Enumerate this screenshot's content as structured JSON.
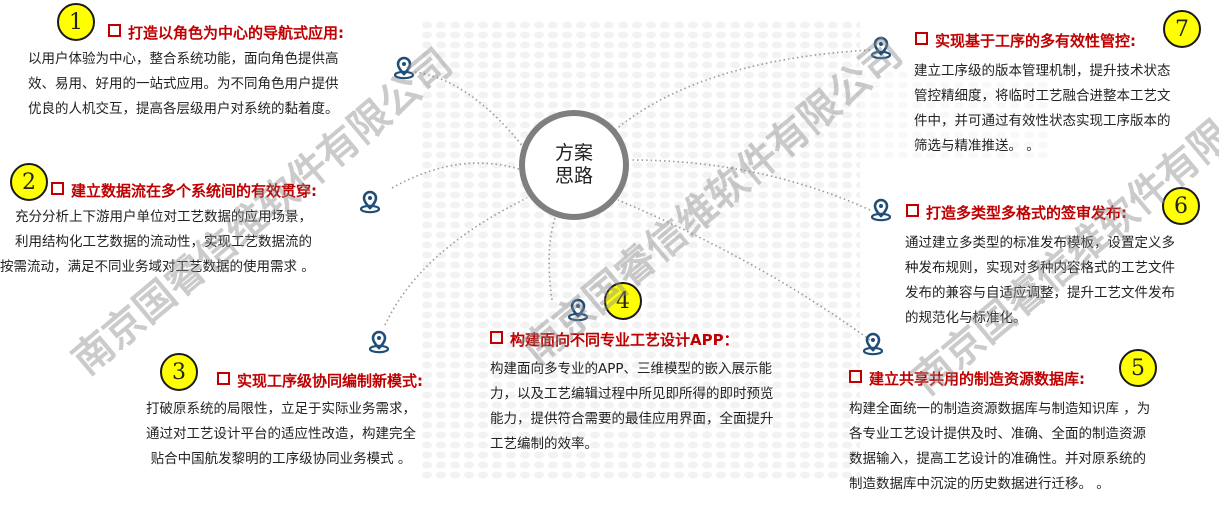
{
  "center": {
    "line1": "方案",
    "line2": "思路"
  },
  "items": [
    {
      "num": "1",
      "title": "打造以角色为中心的导航式应用:",
      "lines": [
        "以用户体验为中心，整合系统功能，面向角色提供高",
        "效、易用、好用的一站式应用。为不同角色用户提供",
        "优良的人机交互，提高各层级用户对系统的黏着度。"
      ]
    },
    {
      "num": "2",
      "title": "建立数据流在多个系统间的有效贯穿:",
      "lines": [
        "充分分析上下游用户单位对工艺数据的应用场景，",
        "利用结构化工艺数据的流动性，实现工艺数据流的",
        "按需流动，满足不同业务域对工艺数据的使用需求 。"
      ]
    },
    {
      "num": "3",
      "title": "实现工序级协同编制新模式:",
      "lines": [
        "打破原系统的局限性，立足于实际业务需求，",
        "通过对工艺设计平台的适应性改造，构建完全",
        "贴合中国航发黎明的工序级协同业务模式 。"
      ]
    },
    {
      "num": "4",
      "title": "构建面向不同专业工艺设计APP：",
      "lines": [
        "构建面向多专业的APP、三维模型的嵌入展示能",
        "力，以及工艺编辑过程中所见即所得的即时预览",
        "能力，提供符合需要的最佳应用界面，全面提升",
        "工艺编制的效率。"
      ]
    },
    {
      "num": "5",
      "title": "建立共享共用的制造资源数据库:",
      "lines": [
        "构建全面统一的制造资源数据库与制造知识库 ，为",
        "各专业工艺设计提供及时、准确、全面的制造资源",
        "数据输入，提高工艺设计的准确性。并对原系统的",
        "制造数据库中沉淀的历史数据进行迁移。 。"
      ]
    },
    {
      "num": "6",
      "title": "打造多类型多格式的签审发布:",
      "lines": [
        "通过建立多类型的标准发布模板，设置定义多",
        "种发布规则，实现对多种内容格式的工艺文件",
        "发布的兼容与自适应调整，提升工艺文件发布",
        "的规范化与标准化。"
      ]
    },
    {
      "num": "7",
      "title": "实现基于工序的多有效性管控:",
      "lines": [
        "建立工序级的版本管理机制，提升技术状态",
        "管控精细度，将临时工艺融合进整本工艺文",
        "件中，并可通过有效性状态实现工序版本的",
        "筛选与精准推送。 。"
      ]
    }
  ],
  "watermark": {
    "text": "南京国睿信维软件有限公司"
  },
  "colors": {
    "title": "#c00000",
    "number_fill": "#ffff00",
    "pin": "#1f4e79",
    "ring": "#7f7f7f"
  }
}
